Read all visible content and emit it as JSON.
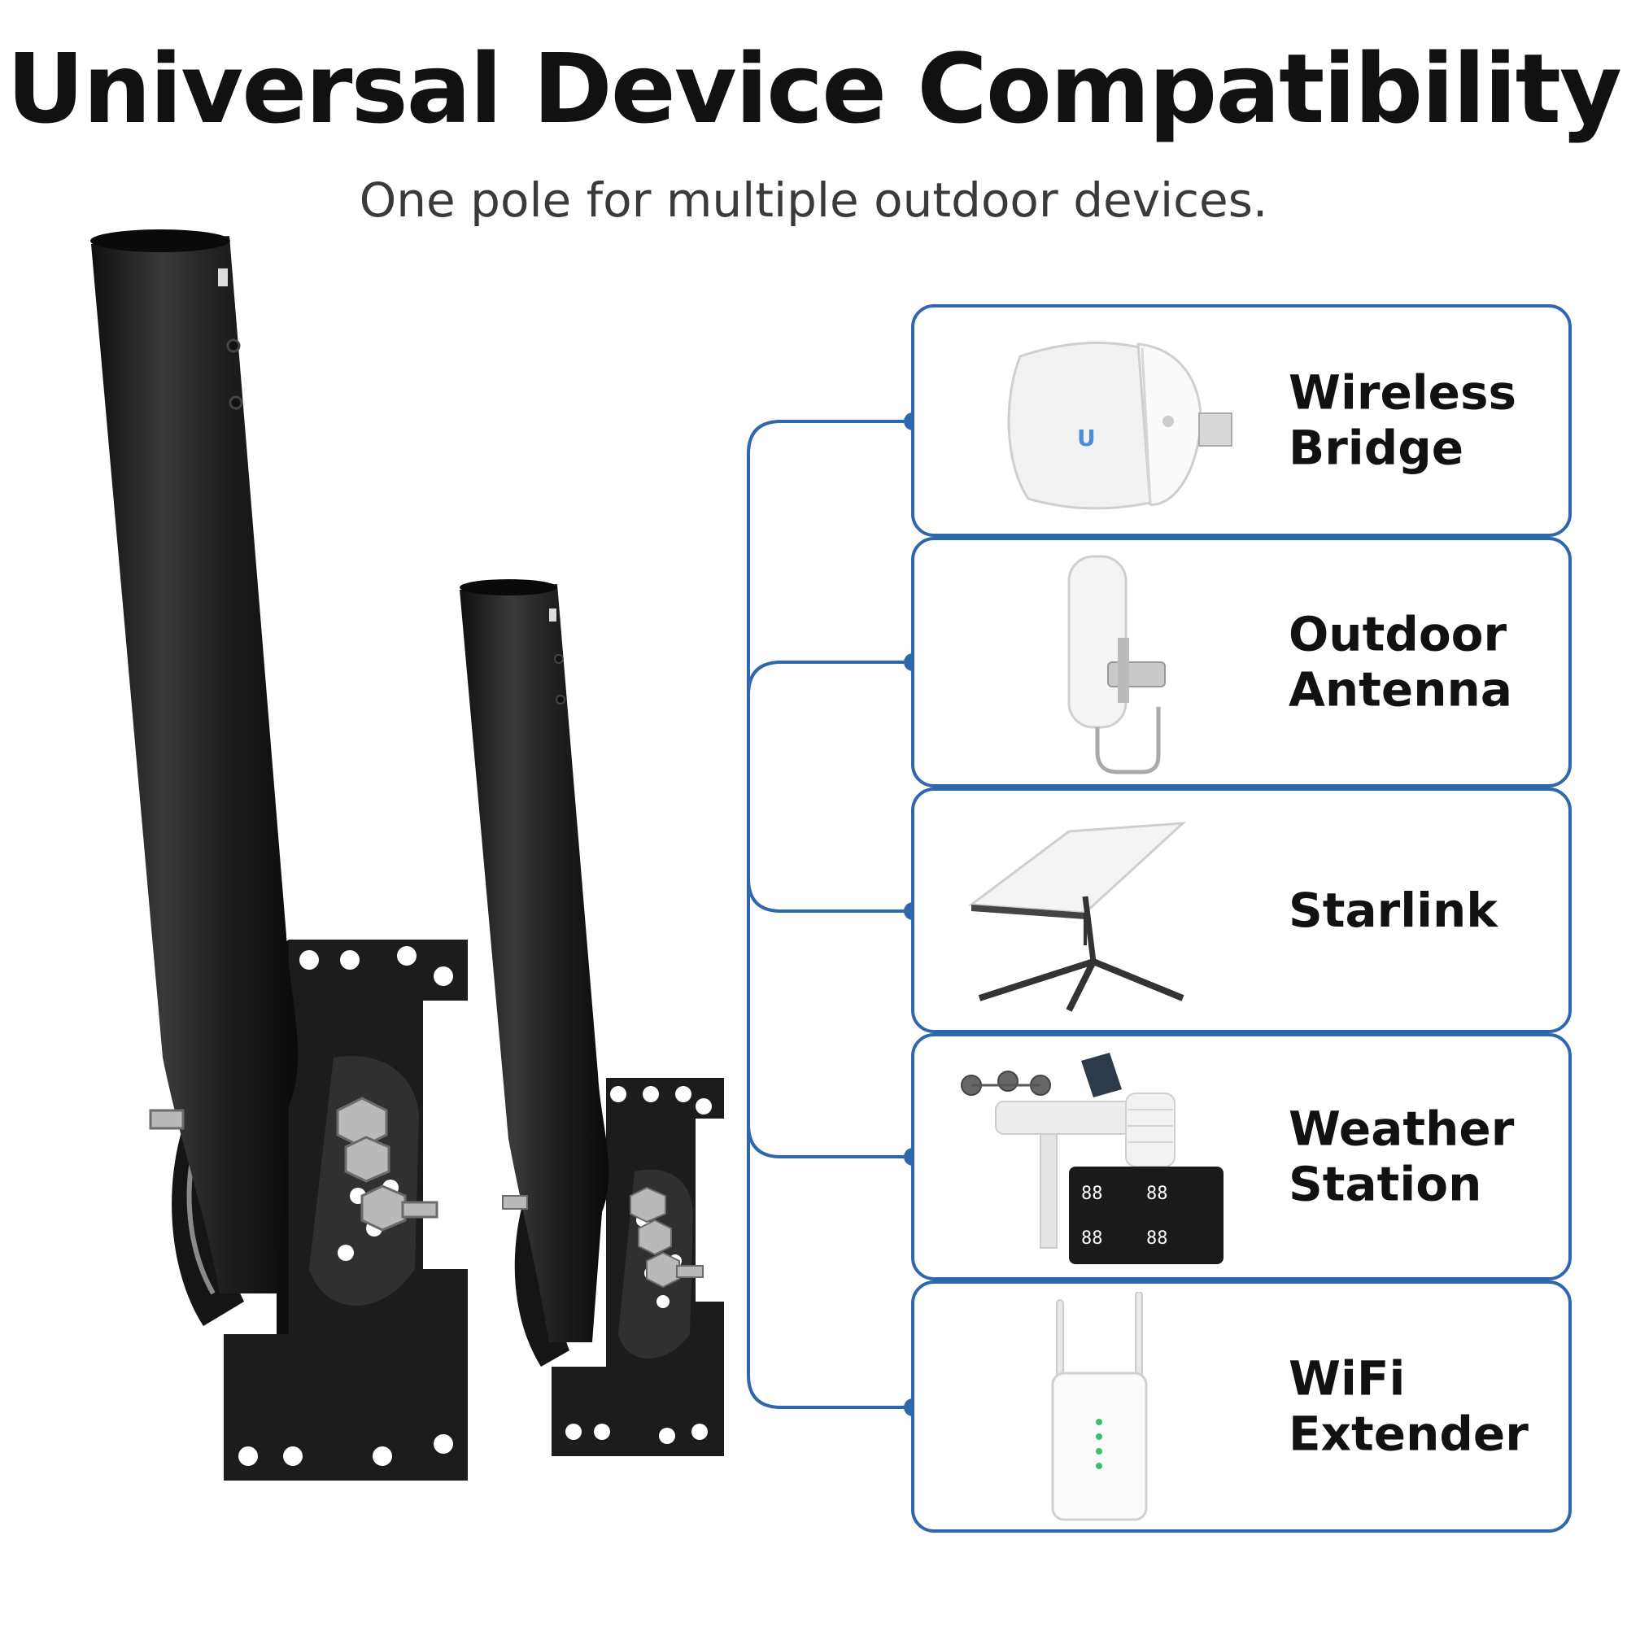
{
  "header": {
    "title": "Universal Device Compatibility",
    "subtitle": "One pole for multiple outdoor devices."
  },
  "colors": {
    "accent": "#2f67ad",
    "mount": "#1f1f1f",
    "text": "#111111"
  },
  "devices": [
    {
      "line1": "Wireless",
      "line2": "Bridge",
      "icon": "wireless-bridge-icon"
    },
    {
      "line1": "Outdoor",
      "line2": "Antenna",
      "icon": "outdoor-antenna-icon"
    },
    {
      "line1": "Starlink",
      "line2": "",
      "icon": "starlink-dish-icon"
    },
    {
      "line1": "Weather",
      "line2": "Station",
      "icon": "weather-station-icon"
    },
    {
      "line1": "WiFi",
      "line2": "Extender",
      "icon": "wifi-extender-icon"
    }
  ]
}
